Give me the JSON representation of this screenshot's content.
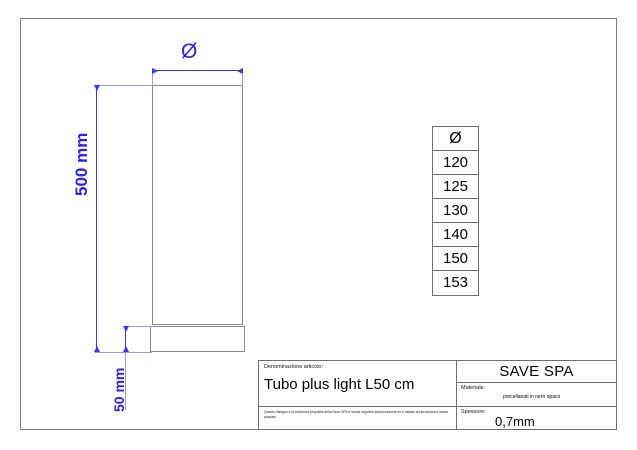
{
  "drawing": {
    "dimensions": {
      "diameter_symbol": "Ø",
      "height_label": "500 mm",
      "socket_label": "50 mm"
    },
    "diameter_table": {
      "header": "Ø",
      "values": [
        "120",
        "125",
        "130",
        "140",
        "150",
        "153"
      ]
    },
    "colors": {
      "dimension_blue": "#2a22ef",
      "extension_blue": "#9b97f7",
      "outline_grey": "#8a8a8a",
      "frame_grey": "#808080"
    }
  },
  "title_block": {
    "article_label": "Denominazione articolo:",
    "article_name": "Tubo plus light L50 cm",
    "legal_notice": "Questo disegno è di esclusiva proprietà della Save SPA e senza regolare autorizzazione ne è vietata la riproduzione anche parziale.",
    "company": "SAVE SPA",
    "material_label": "Materiale:",
    "material_value": "porcellanati in nero opaco",
    "thickness_label": "Spessore:",
    "thickness_value": "0,7mm"
  }
}
